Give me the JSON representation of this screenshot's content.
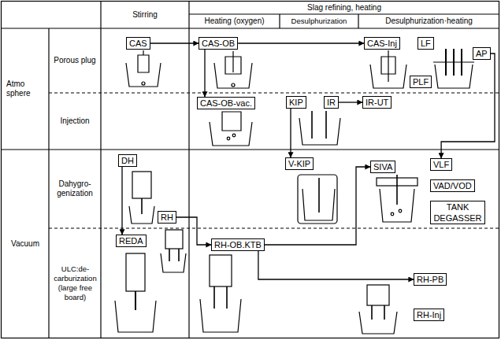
{
  "diagram": {
    "nodes": [
      {
        "text": [
          "CAS"
        ]
      },
      {
        "text": [
          "CAS-OB"
        ]
      },
      {
        "text": [
          "CAS-Inj"
        ]
      },
      {
        "text": [
          "LF"
        ]
      },
      {
        "text": [
          "PLF"
        ]
      },
      {
        "text": [
          "AP"
        ]
      },
      {
        "text": [
          "CAS-OB-vac."
        ]
      },
      {
        "text": [
          "KIP"
        ]
      },
      {
        "text": [
          "IR"
        ]
      },
      {
        "text": [
          "IR-UT"
        ]
      },
      {
        "text": [
          "DH"
        ]
      },
      {
        "text": [
          "RH"
        ]
      },
      {
        "text": [
          "REDA"
        ]
      },
      {
        "text": [
          "RH-OB.KTB"
        ]
      },
      {
        "text": [
          "V-KIP"
        ]
      },
      {
        "text": [
          "SIVA"
        ]
      },
      {
        "text": [
          "VLF"
        ]
      },
      {
        "text": [
          "VAD/VOD"
        ]
      },
      {
        "text": [
          "TANK DEGASSER"
        ]
      },
      {
        "text": [
          "RH-PB"
        ]
      },
      {
        "text": [
          "RH-Inj"
        ]
      }
    ],
    "edges": [
      {
        "from": 0,
        "to": 1,
        "arrow": "to"
      },
      {
        "from": 1,
        "to": 2,
        "arrow": "to"
      },
      {
        "from": 1,
        "to": 6,
        "arrow": "to"
      },
      {
        "from": 7,
        "to": 14,
        "arrow": "to"
      },
      {
        "from": 8,
        "to": 9,
        "arrow": "to"
      },
      {
        "from": 5,
        "to": 16,
        "arrow": "to"
      },
      {
        "from": 10,
        "to": 12,
        "arrow": "to"
      },
      {
        "from": 11,
        "to": 13,
        "arrow": "to"
      },
      {
        "from": 13,
        "to": 15,
        "arrow": "to"
      },
      {
        "from": 13,
        "to": 19,
        "arrow": "to"
      }
    ],
    "labels": [
      "Stirring",
      "Slag refining, heating",
      "Heating (oxygen)",
      "Desulphurization",
      "Desulphurization·heating",
      "Atmo sphere",
      "Porous plug",
      "Injection",
      "Vacuum",
      "Dahygro- genization",
      "ULC:de- carburization (large free board)"
    ]
  }
}
